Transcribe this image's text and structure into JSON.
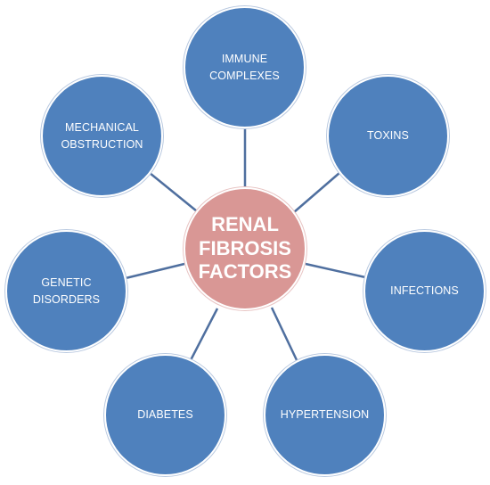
{
  "diagram": {
    "center": {
      "label": "RENAL FIBROSIS FACTORS",
      "lines": [
        "RENAL",
        "FIBROSIS",
        "FACTORS"
      ]
    },
    "nodes": [
      {
        "id": "immune-complexes",
        "lines": [
          "IMMUNE",
          "COMPLEXES"
        ]
      },
      {
        "id": "toxins",
        "lines": [
          "TOXINS"
        ]
      },
      {
        "id": "infections",
        "lines": [
          "INFECTIONS"
        ]
      },
      {
        "id": "hypertension",
        "lines": [
          "HYPERTENSION"
        ]
      },
      {
        "id": "diabetes",
        "lines": [
          "DIABETES"
        ]
      },
      {
        "id": "genetic-disorders",
        "lines": [
          "GENETIC",
          "DISORDERS"
        ]
      },
      {
        "id": "mechanical-obstruction",
        "lines": [
          "MECHANICAL",
          "OBSTRUCTION"
        ]
      }
    ],
    "colors": {
      "node_fill": "#4f81bd",
      "center_fill": "#d99795",
      "connector": "#4f6f9f",
      "text": "#ffffff"
    }
  }
}
